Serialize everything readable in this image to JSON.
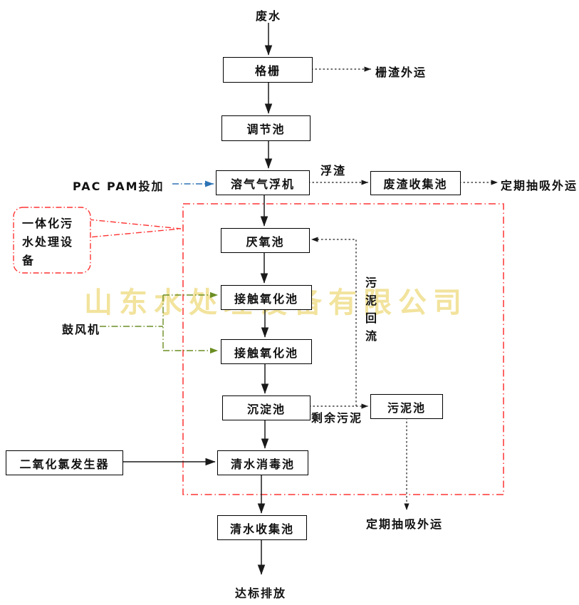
{
  "watermark": "山东水处理设备有限公司",
  "nodes": {
    "wastewater": "废水",
    "grille": "格栅",
    "regulating_tank": "调节池",
    "daf_machine": "溶气气浮机",
    "waste_collection_tank": "废渣收集池",
    "anaerobic_tank": "厌氧池",
    "contact_oxidation_1": "接触氧化池",
    "contact_oxidation_2": "接触氧化池",
    "sedimentation_tank": "沉淀池",
    "sludge_tank": "污泥池",
    "clo2_generator": "二氧化氯发生器",
    "disinfection_tank": "清水消毒池",
    "clean_water_tank": "清水收集池"
  },
  "labels": {
    "pac_pam_dosing": "PAC  PAM投加",
    "screen_residue_out": "栅渣外运",
    "scum": "浮渣",
    "periodic_suction_top": "定期抽吸外运",
    "blower": "鼓风机",
    "sludge_return": "污泥回流",
    "excess_sludge": "剩余污泥",
    "periodic_suction_bottom": "定期抽吸外运",
    "discharge": "达标排放",
    "integrated_equipment": "一体化污水处理设备"
  },
  "colors": {
    "line": "#1a1a1a",
    "red_dash": "#ff3333",
    "blue_arrow": "#2e74b5",
    "green_arrow": "#6b8e23",
    "watermark": "#f0de8c"
  }
}
